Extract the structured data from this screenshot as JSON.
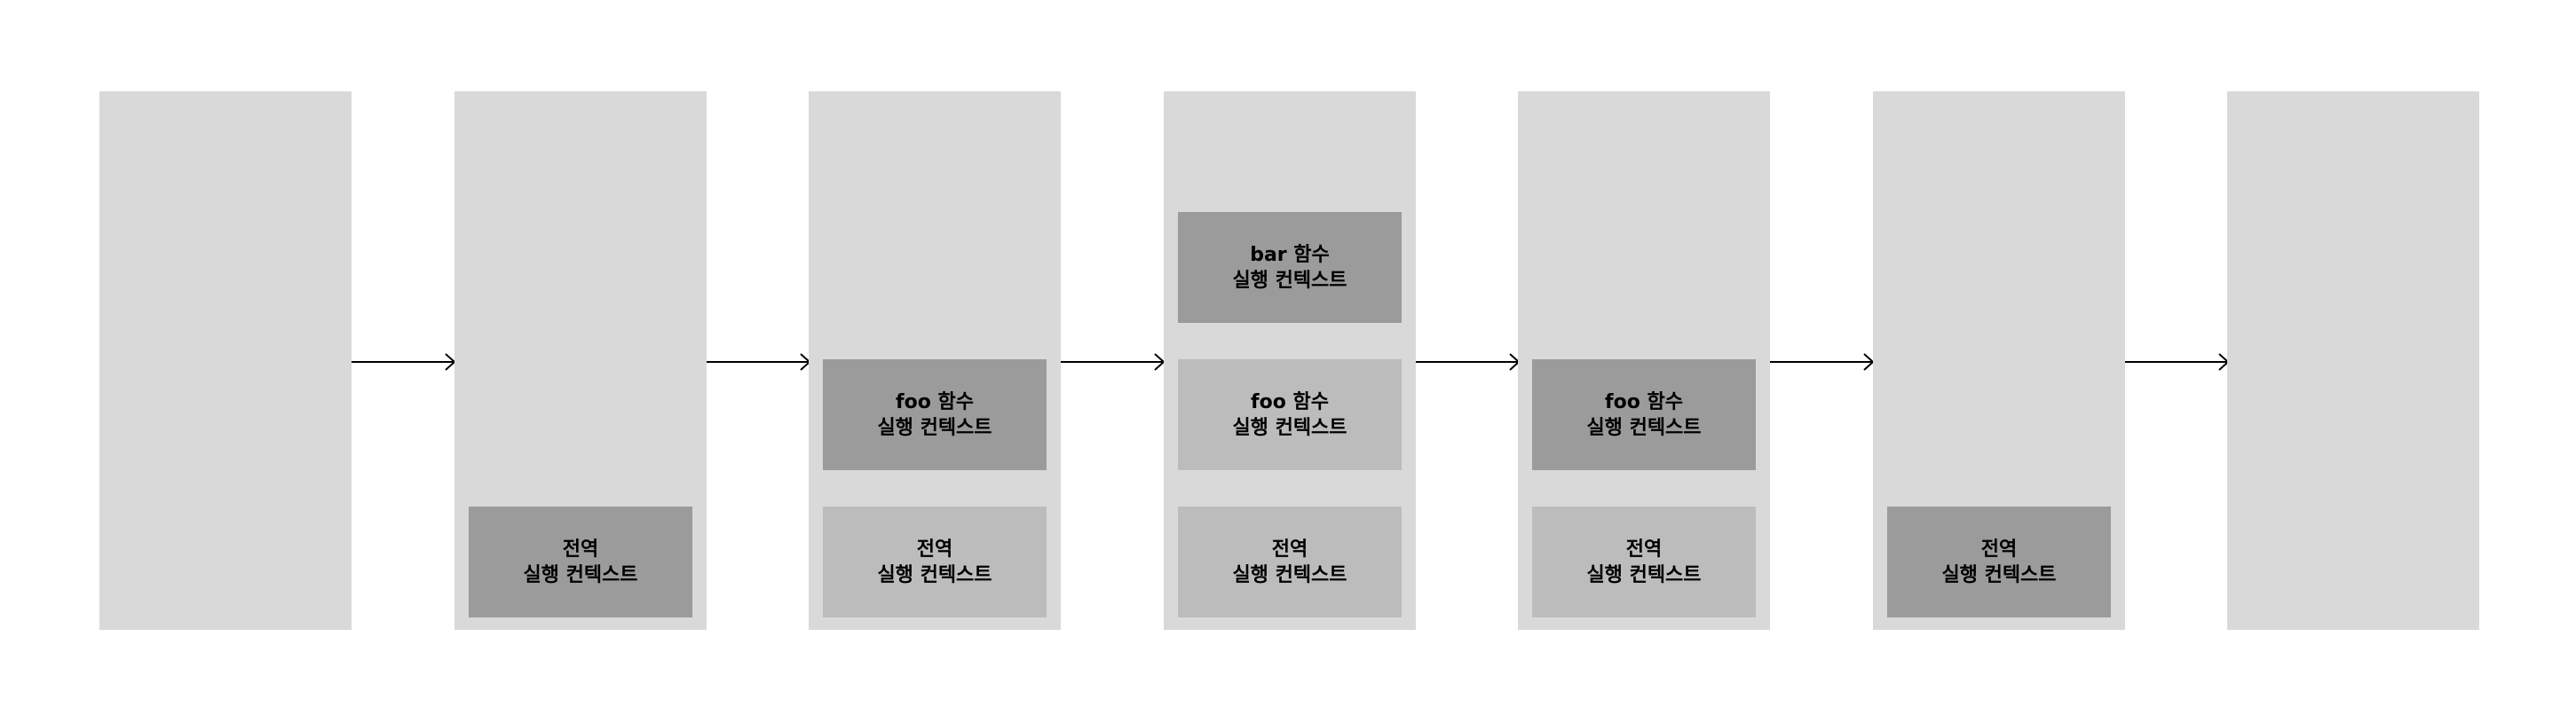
{
  "labels": {
    "global_line1": "전역",
    "foo_line1": "foo 함수",
    "bar_line1": "bar 함수",
    "line2": "실행 컨텍스트"
  },
  "colors": {
    "stage_bg": "#d9d9d9",
    "active_context": "#9b9b9b",
    "inactive_context": "#bcbcbc",
    "arrow": "#000000"
  },
  "stages": [
    {
      "contexts": []
    },
    {
      "contexts": [
        {
          "label": "global",
          "state": "active"
        }
      ]
    },
    {
      "contexts": [
        {
          "label": "global",
          "state": "inactive"
        },
        {
          "label": "foo",
          "state": "active"
        }
      ]
    },
    {
      "contexts": [
        {
          "label": "global",
          "state": "inactive"
        },
        {
          "label": "foo",
          "state": "inactive"
        },
        {
          "label": "bar",
          "state": "active"
        }
      ]
    },
    {
      "contexts": [
        {
          "label": "global",
          "state": "inactive"
        },
        {
          "label": "foo",
          "state": "active"
        }
      ]
    },
    {
      "contexts": [
        {
          "label": "global",
          "state": "active"
        }
      ]
    },
    {
      "contexts": []
    }
  ]
}
